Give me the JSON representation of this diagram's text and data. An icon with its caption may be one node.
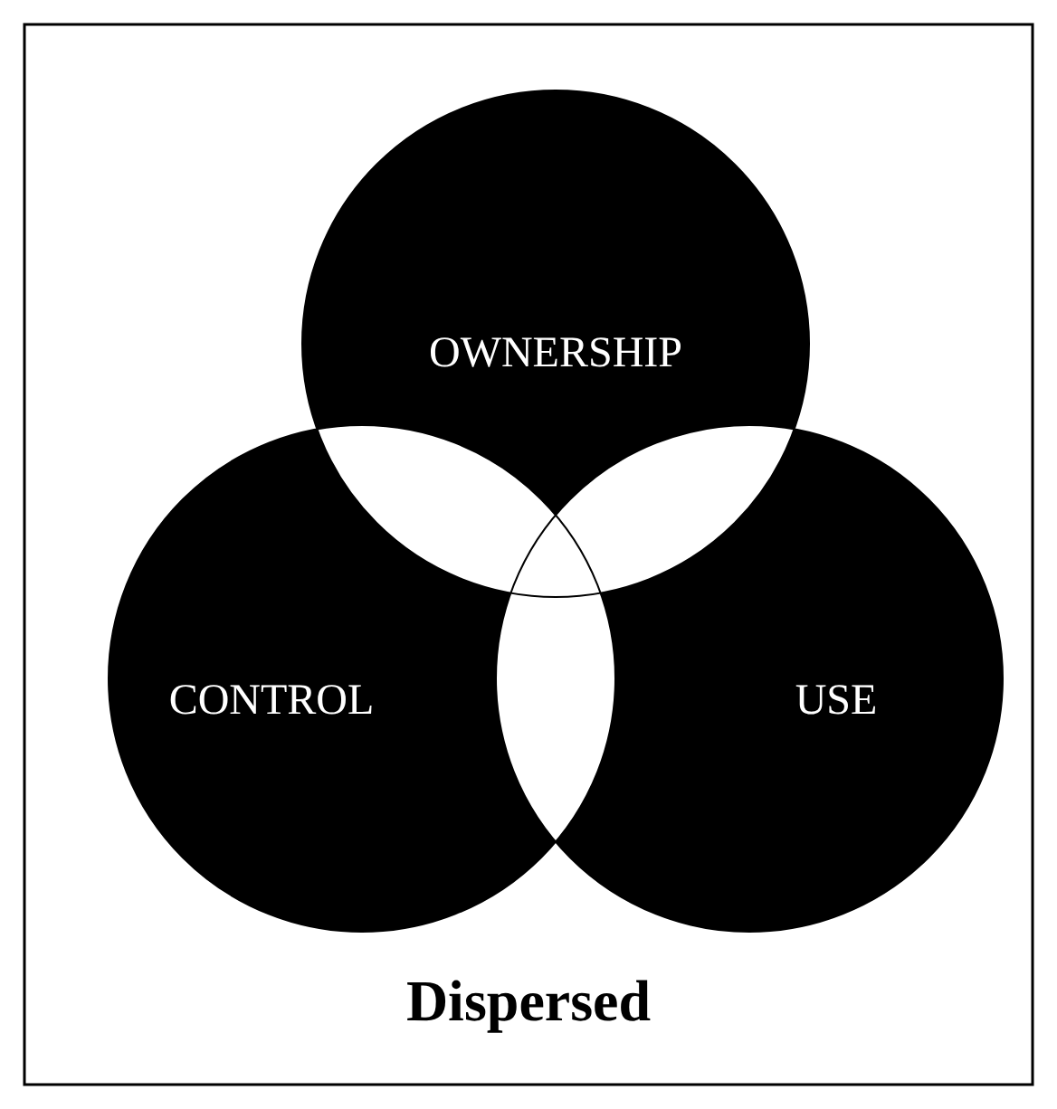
{
  "diagram": {
    "title": "Dispersed",
    "nodes": [
      {
        "text": [
          "OWNERSHIP"
        ]
      },
      {
        "text": [
          "CONTROL"
        ]
      },
      {
        "text": [
          "USE"
        ]
      }
    ],
    "edges": []
  }
}
